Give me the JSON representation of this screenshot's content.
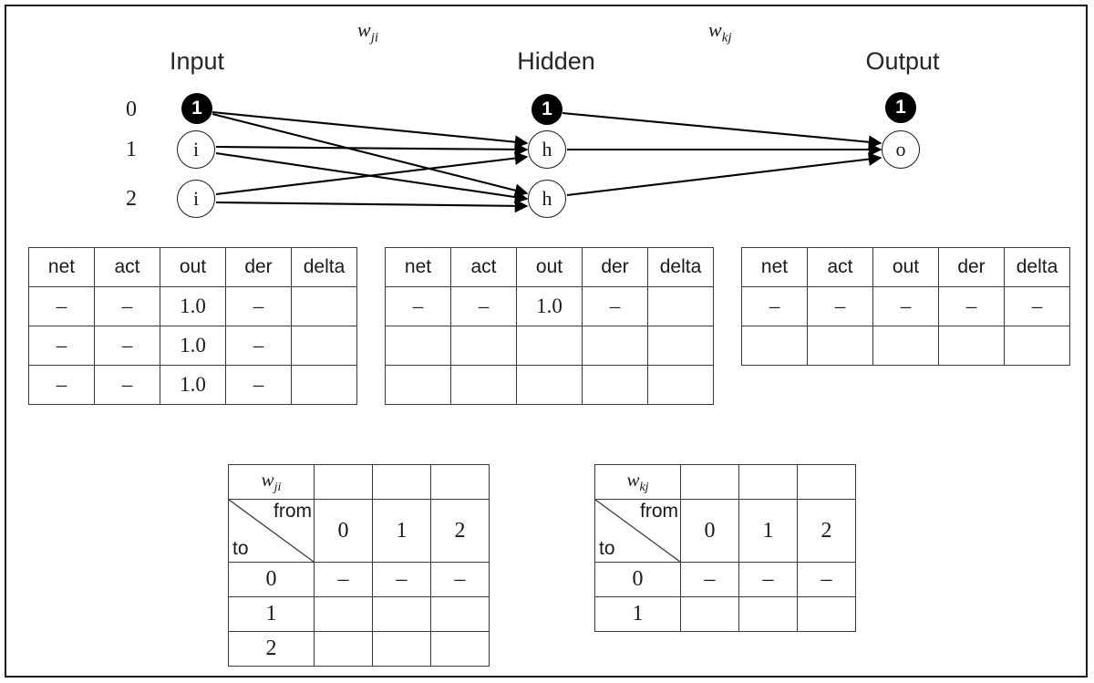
{
  "diagram": {
    "layers": [
      {
        "title": "Input",
        "weight_label": null
      },
      {
        "title": "Hidden",
        "weight_label": "w"
      },
      {
        "title": "Output",
        "weight_label": "w"
      }
    ],
    "layer_titles": {
      "input": "Input",
      "hidden": "Hidden",
      "output": "Output"
    },
    "weight_labels": {
      "ji": {
        "base": "w",
        "sub": "ji"
      },
      "kj": {
        "base": "w",
        "sub": "kj"
      }
    },
    "row_indices": [
      "0",
      "1",
      "2"
    ],
    "nodes": {
      "input": [
        {
          "label": "1",
          "kind": "bias"
        },
        {
          "label": "i",
          "kind": "unit"
        },
        {
          "label": "i",
          "kind": "unit"
        }
      ],
      "hidden": [
        {
          "label": "1",
          "kind": "bias"
        },
        {
          "label": "h",
          "kind": "unit"
        },
        {
          "label": "h",
          "kind": "unit"
        }
      ],
      "output": [
        {
          "label": "1",
          "kind": "bias"
        },
        {
          "label": "o",
          "kind": "unit"
        }
      ]
    }
  },
  "state_tables": {
    "headers": [
      "net",
      "act",
      "out",
      "der",
      "delta"
    ],
    "input_layer": {
      "name": "input-state-table",
      "rows": [
        [
          "–",
          "–",
          "1.0",
          "–",
          ""
        ],
        [
          "–",
          "–",
          "1.0",
          "–",
          ""
        ],
        [
          "–",
          "–",
          "1.0",
          "–",
          ""
        ]
      ]
    },
    "hidden_layer": {
      "name": "hidden-state-table",
      "rows": [
        [
          "–",
          "–",
          "1.0",
          "–",
          ""
        ],
        [
          "",
          "",
          "",
          "",
          ""
        ],
        [
          "",
          "",
          "",
          "",
          ""
        ]
      ]
    },
    "output_layer": {
      "name": "output-state-table",
      "rows": [
        [
          "–",
          "–",
          "–",
          "–",
          "–"
        ],
        [
          "",
          "",
          "",
          "",
          ""
        ]
      ]
    }
  },
  "weight_matrices": {
    "corner": {
      "from": "from",
      "to": "to"
    },
    "wji": {
      "title_base": "w",
      "title_sub": "ji",
      "columns": [
        "0",
        "1",
        "2"
      ],
      "row_labels": [
        "0",
        "1",
        "2"
      ],
      "cells": [
        [
          "–",
          "–",
          "–"
        ],
        [
          "",
          "",
          ""
        ],
        [
          "",
          "",
          ""
        ]
      ]
    },
    "wkj": {
      "title_base": "w",
      "title_sub": "kj",
      "columns": [
        "0",
        "1",
        "2"
      ],
      "row_labels": [
        "0",
        "1"
      ],
      "cells": [
        [
          "–",
          "–",
          "–"
        ],
        [
          "",
          "",
          ""
        ]
      ]
    }
  },
  "colors": {
    "frame": "#1a1a1a",
    "bias_node": "#000000",
    "line": "#000000",
    "table_border": "#3a3a3a",
    "text": "#1a1a1a"
  }
}
